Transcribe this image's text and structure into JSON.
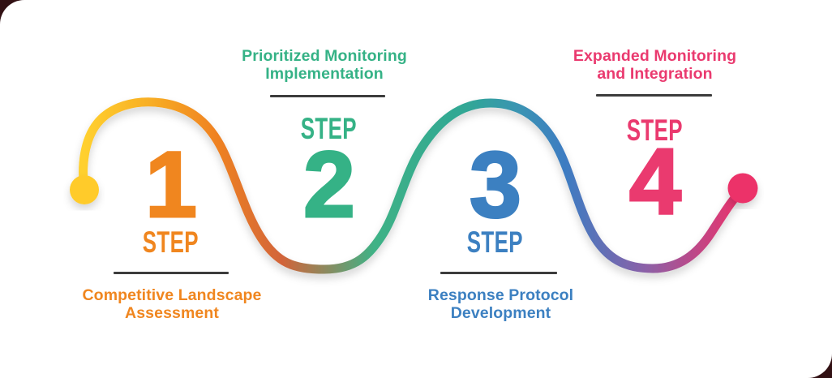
{
  "page": {
    "background": "#321114",
    "card_color": "#ffffff"
  },
  "line": {
    "divider_color": "#3C3C3C",
    "start_dot_color": "#FFCB2C",
    "end_dot_color": "#EC3169",
    "gradient_stops": [
      {
        "offset": "0%",
        "color": "#FFD02F"
      },
      {
        "offset": "10%",
        "color": "#F8AE25"
      },
      {
        "offset": "20%",
        "color": "#EF8221"
      },
      {
        "offset": "30%",
        "color": "#D2643A"
      },
      {
        "offset": "44%",
        "color": "#3FB286"
      },
      {
        "offset": "58%",
        "color": "#30A795"
      },
      {
        "offset": "66%",
        "color": "#3A94B3"
      },
      {
        "offset": "73%",
        "color": "#3D7CC2"
      },
      {
        "offset": "85%",
        "color": "#8A61A8"
      },
      {
        "offset": "100%",
        "color": "#ED3169"
      }
    ]
  },
  "steps": [
    {
      "number": "1",
      "step_label": "STEP",
      "title_lines": [
        "Competitive Landscape",
        "Assessment"
      ],
      "color": "#F0861F"
    },
    {
      "number": "2",
      "step_label": "STEP",
      "title_lines": [
        "Prioritized Monitoring",
        "Implementation"
      ],
      "color": "#35B286"
    },
    {
      "number": "3",
      "step_label": "STEP",
      "title_lines": [
        "Response Protocol",
        "Development"
      ],
      "color": "#3C80C1"
    },
    {
      "number": "4",
      "step_label": "STEP",
      "title_lines": [
        "Expanded Monitoring",
        "and Integration"
      ],
      "color": "#EA3A6F"
    }
  ]
}
